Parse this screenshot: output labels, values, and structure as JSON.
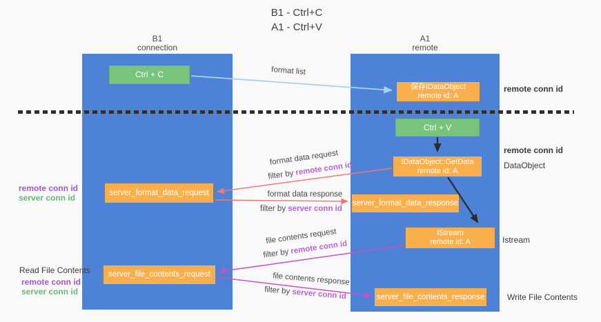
{
  "title": {
    "line1": "B1 - Ctrl+C",
    "line2": "A1 - Ctrl+V"
  },
  "lanes": {
    "left": {
      "name": "B1",
      "role": "connection"
    },
    "right": {
      "name": "A1",
      "role": "remote"
    }
  },
  "nodes": {
    "ctrl_c": {
      "label": "Ctrl + C"
    },
    "ctrl_v": {
      "label": "Ctrl + V"
    },
    "save_idataobject": {
      "line1": "保存IDataObject",
      "line2": "remote id: A"
    },
    "idataobject_getdata": {
      "line1": "IDataObject::GetData",
      "line2": "remote id: A"
    },
    "istream": {
      "line1": "IStream",
      "line2": "remote id: A"
    },
    "server_format_data_request": {
      "label": "server_format_data_request"
    },
    "server_format_data_response": {
      "label": "server_format_data_response"
    },
    "server_file_contents_request": {
      "label": "server_file_contents_request"
    },
    "server_file_contents_response": {
      "label": "server_file_contents_response"
    }
  },
  "arrows": {
    "format_list": {
      "label": "format list"
    },
    "format_data_request": {
      "label": "format data request",
      "filter_prefix": "filter by ",
      "filter_key": "remote conn id"
    },
    "format_data_response": {
      "label": "format data response",
      "filter_prefix": "filter by ",
      "filter_key": "server conn id"
    },
    "file_contents_request": {
      "label": "file contents request",
      "filter_prefix": "filter by ",
      "filter_key": "remote conn id"
    },
    "file_contents_response": {
      "label": "file contents response",
      "filter_prefix": "filter by ",
      "filter_key": "server conn id"
    }
  },
  "annotations": {
    "remote_conn_id": "remote conn id",
    "server_conn_id": "server conn id",
    "dataobject": "DataObject",
    "istream": "Istream",
    "read_file_contents": "Read File Contents",
    "write_file_contents": "Write File Contents"
  },
  "colors": {
    "lane_blue": "#4d82d6",
    "node_orange": "#f9af4b",
    "node_green": "#79c47d",
    "arrow_salmon": "#ee7a6f",
    "arrow_magenta": "#cb4fc5",
    "arrow_lightblue": "#a8d0ee",
    "arrow_black": "#2b2b2b",
    "label_purple": "#a855cb",
    "label_green": "#67bb6d"
  }
}
